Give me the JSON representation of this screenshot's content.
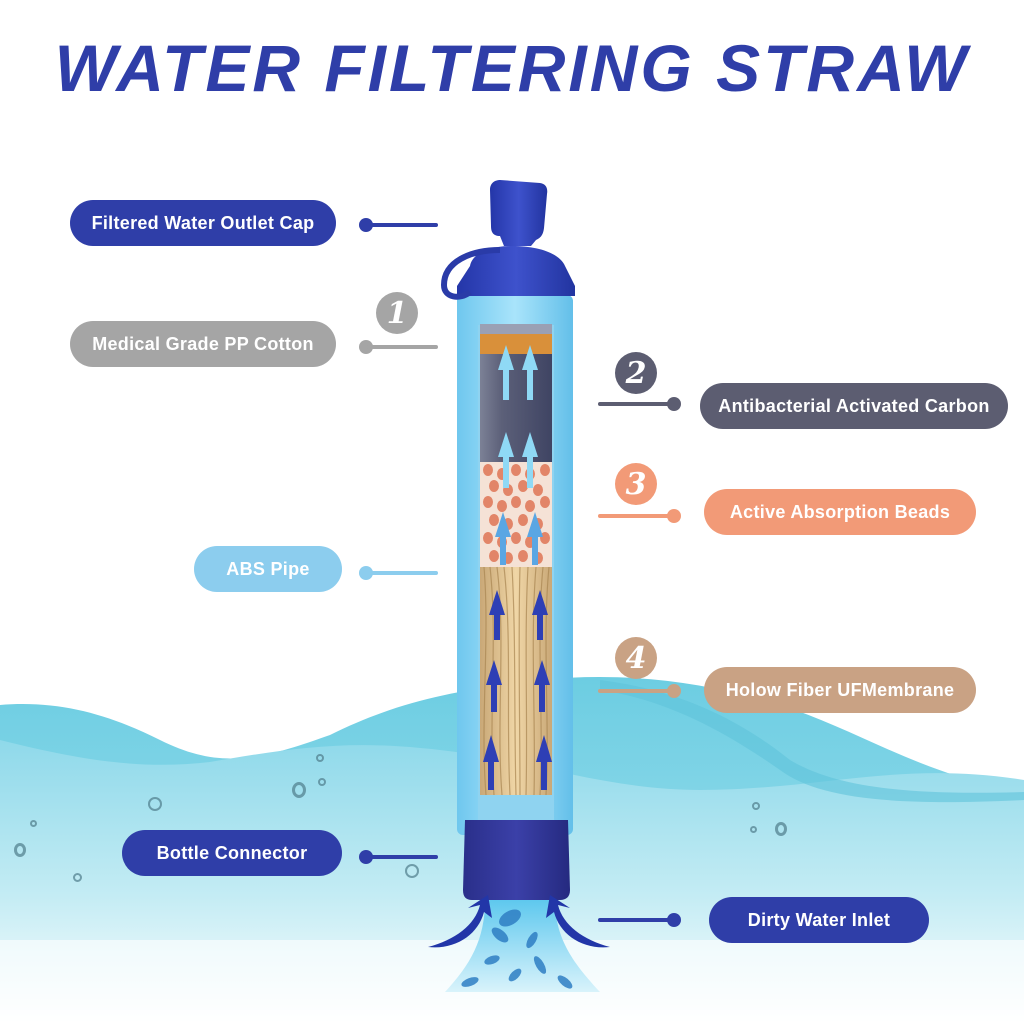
{
  "title": "WATER FILTERING STRAW",
  "colors": {
    "title": "#2f3ea8",
    "navy": "#2f3ea8",
    "gray": "#a5a5a5",
    "slate": "#5c5d71",
    "salmon": "#f29a77",
    "lightblue": "#8ccdee",
    "tan": "#c9a284",
    "water": "#9fe0ee"
  },
  "labels": [
    {
      "id": "outlet-cap",
      "text": "Filtered Water Outlet Cap",
      "side": "left"
    },
    {
      "id": "pp-cotton",
      "text": "Medical Grade PP Cotton",
      "side": "left",
      "step": "1"
    },
    {
      "id": "activated-carbon",
      "text": "Antibacterial Activated Carbon",
      "side": "right",
      "step": "2"
    },
    {
      "id": "absorption-beads",
      "text": "Active Absorption Beads",
      "side": "right",
      "step": "3"
    },
    {
      "id": "abs-pipe",
      "text": "ABS Pipe",
      "side": "left"
    },
    {
      "id": "uf-membrane",
      "text": "Holow Fiber UFMembrane",
      "side": "right",
      "step": "4"
    },
    {
      "id": "bottle-connector",
      "text": "Bottle Connector",
      "side": "left"
    },
    {
      "id": "dirty-inlet",
      "text": "Dirty Water Inlet",
      "side": "right"
    }
  ]
}
